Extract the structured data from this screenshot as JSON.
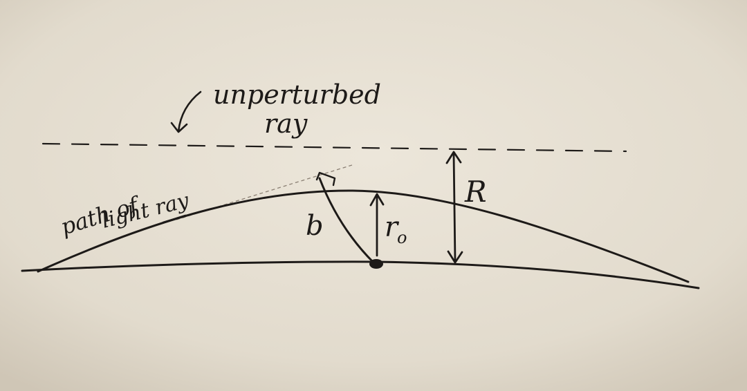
{
  "labels": {
    "unperturbed_ray": [
      "unperturbed",
      "ray"
    ],
    "path_of_light_ray": [
      "path of",
      "light ray"
    ],
    "b": "b",
    "r0": "r",
    "r0_subscript": "o",
    "R": "R"
  },
  "colors": {
    "paper": "#e6dfd2",
    "ink": "#1d1a18",
    "tangent_line": "#8a7f73"
  }
}
